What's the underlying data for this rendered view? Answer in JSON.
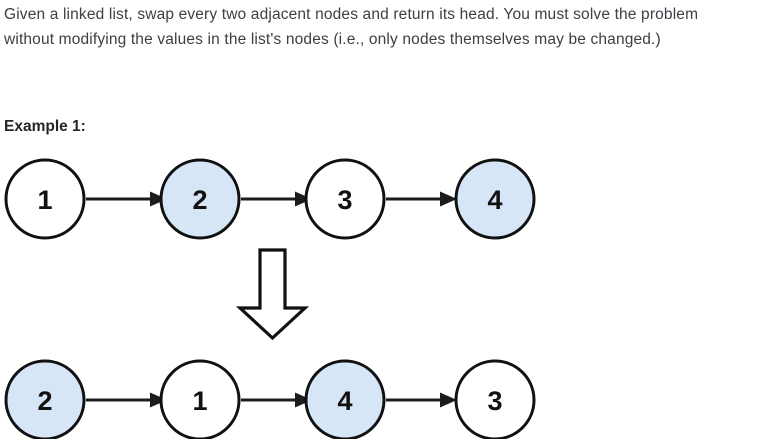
{
  "page": {
    "background": "#ffffff",
    "text_color": "#3b4045",
    "heading_color": "#262626"
  },
  "problem": {
    "statement": "Given a linked list, swap every two adjacent nodes and return its head. You must solve the problem without modifying the values in the list's nodes (i.e., only nodes themselves may be changed.)"
  },
  "example": {
    "heading": "Example 1:"
  },
  "diagram": {
    "node_fill_highlight": "#d7e6f7",
    "node_fill_plain": "#ffffff",
    "node_stroke": "#111111",
    "link_color": "#1c1c1c",
    "arrow_fill": "#ffffff",
    "arrow_stroke": "#111111",
    "transform_arrow_name": "down-arrow",
    "input_row": {
      "label": "input-linked-list",
      "nodes": [
        {
          "value": "1",
          "highlighted": false
        },
        {
          "value": "2",
          "highlighted": true
        },
        {
          "value": "3",
          "highlighted": false
        },
        {
          "value": "4",
          "highlighted": true
        }
      ]
    },
    "output_row": {
      "label": "output-linked-list",
      "nodes": [
        {
          "value": "2",
          "highlighted": true
        },
        {
          "value": "1",
          "highlighted": false
        },
        {
          "value": "4",
          "highlighted": true
        },
        {
          "value": "3",
          "highlighted": false
        }
      ]
    }
  }
}
